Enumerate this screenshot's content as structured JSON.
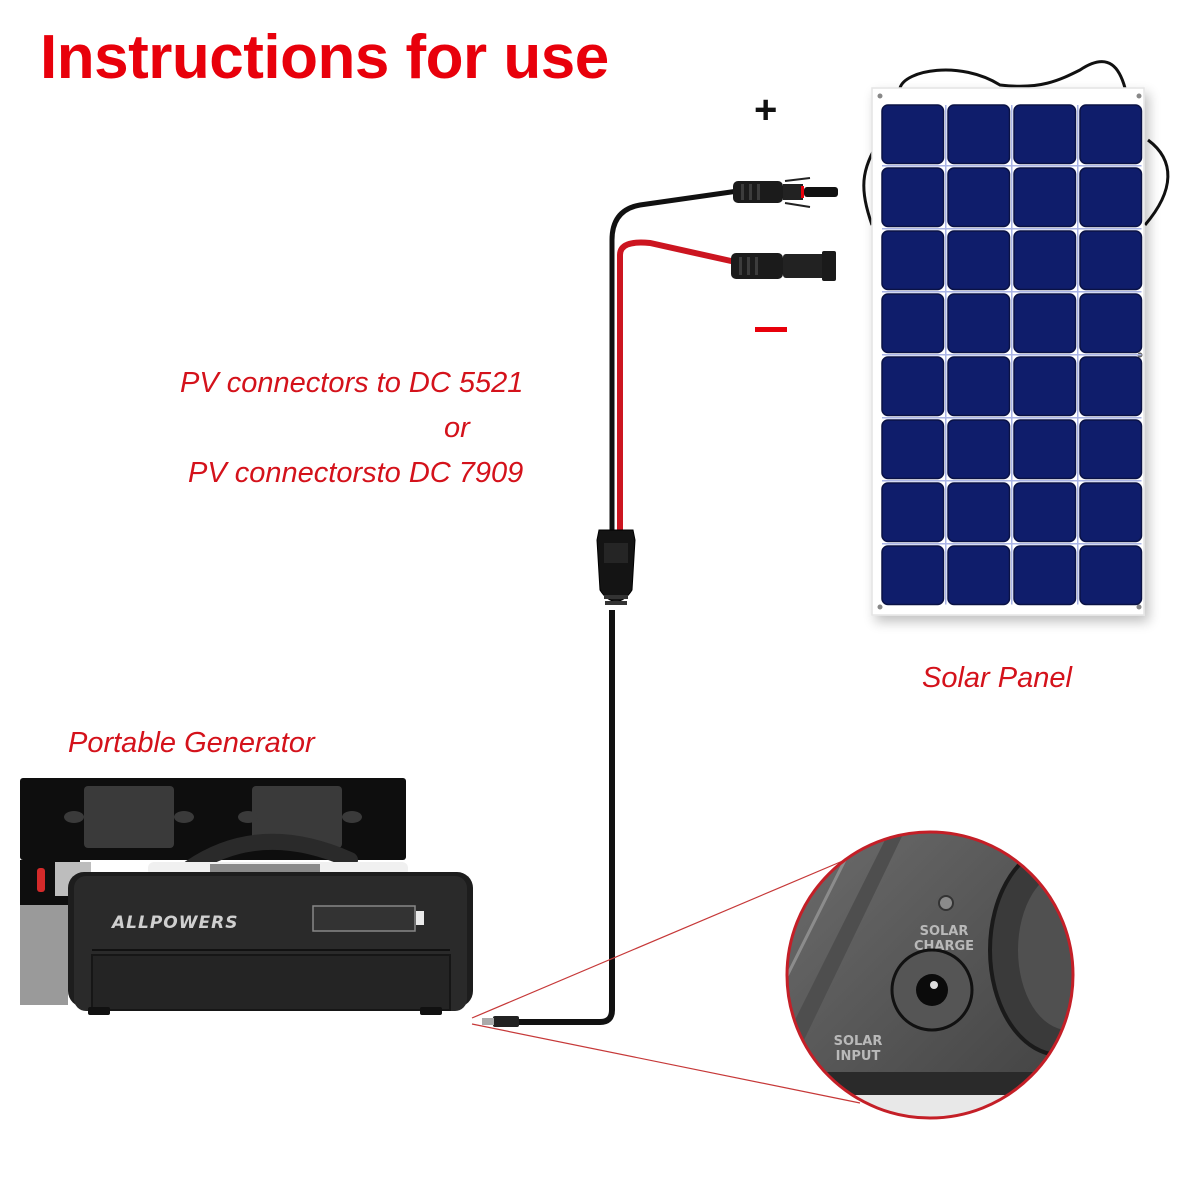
{
  "title": "Instructions for use",
  "labels": {
    "pv_line1": "PV connectors to DC 5521",
    "pv_or": "or",
    "pv_line2": "PV connectorsto DC 7909",
    "solar_panel": "Solar Panel",
    "portable_generator": "Portable Generator",
    "positive": "+",
    "negative": "−"
  },
  "generator": {
    "brand": "ALLPOWERS"
  },
  "zoom_detail": {
    "led_label_line1": "SOLAR",
    "led_label_line2": "CHARGE",
    "port_label_line1": "SOLAR",
    "port_label_line2": "INPUT"
  },
  "colors": {
    "accent_red": "#e8000b",
    "label_red": "#d4121b",
    "cell_blue": "#0f1d6b",
    "panel_white": "#ffffff",
    "cable_black": "#111111",
    "cable_red": "#cc1520",
    "generator_dark": "#2b2b2b"
  }
}
